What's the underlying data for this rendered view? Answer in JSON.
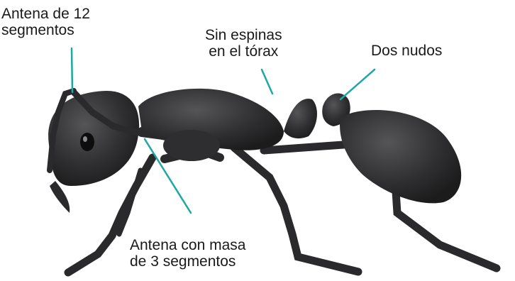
{
  "colors": {
    "body": "#2e2e30",
    "body_highlight": "#4a4a4d",
    "body_dark": "#1c1c1d",
    "leader_line": "#1ea7a3",
    "label_text": "#1a1a1a"
  },
  "labels": {
    "antenna_segments": "Antena de 12\nsegmentos",
    "no_spines": "Sin espinas\nen el tórax",
    "two_nodes": "Dos nudos",
    "club_antenna": "Antena con masa\nde 3 segmentos"
  }
}
